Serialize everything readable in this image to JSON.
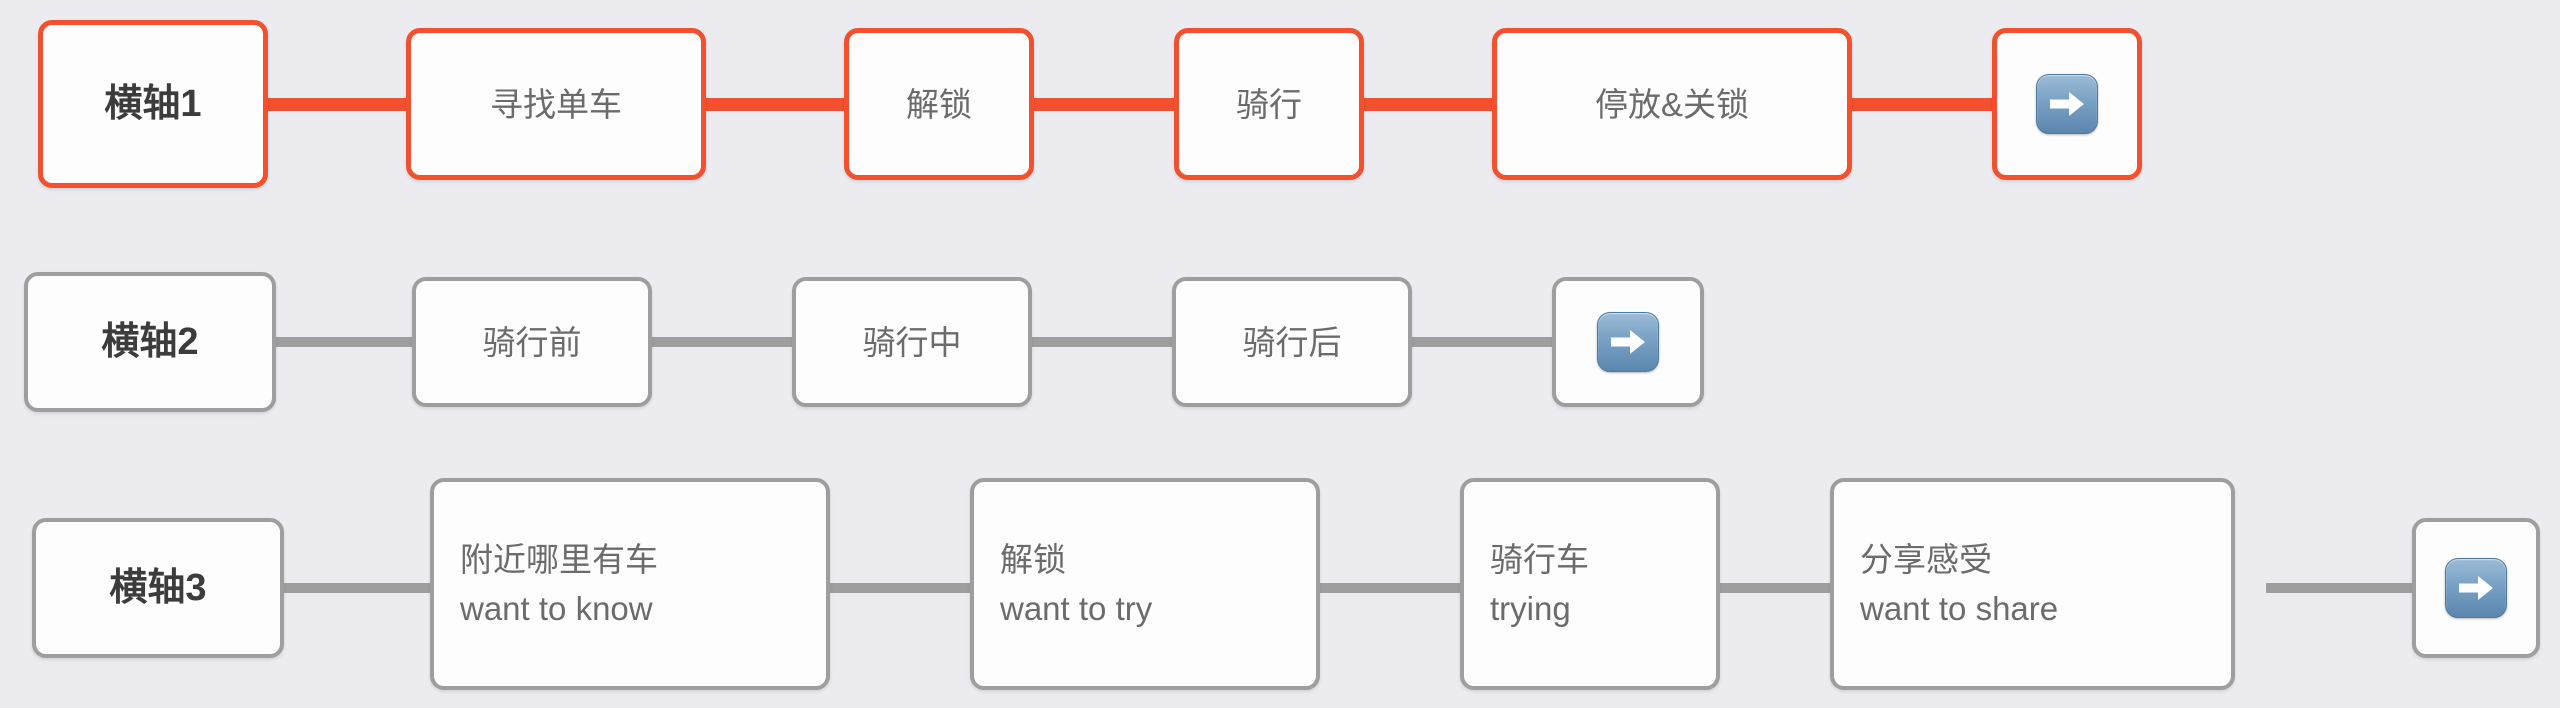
{
  "colors": {
    "background": "#ECEBF0",
    "accent_orange": "#F2502F",
    "line_grey": "#9E9E9E",
    "box_fill": "#FDFDFD",
    "axis_text": "#3C3C3C",
    "node_text": "#6B6B6B",
    "arrow_icon_blue": "#5B86AE"
  },
  "rows": [
    {
      "id": "row-1",
      "highlight": "orange",
      "axis_label": "横轴1",
      "steps": [
        {
          "label": "寻找单车"
        },
        {
          "label": "解锁"
        },
        {
          "label": "骑行"
        },
        {
          "label": "停放&关锁"
        }
      ],
      "end_icon": "arrow-right-icon"
    },
    {
      "id": "row-2",
      "highlight": "grey",
      "axis_label": "横轴2",
      "steps": [
        {
          "label": "骑行前"
        },
        {
          "label": "骑行中"
        },
        {
          "label": "骑行后"
        }
      ],
      "end_icon": "arrow-right-icon"
    },
    {
      "id": "row-3",
      "highlight": "grey",
      "axis_label": "横轴3",
      "steps": [
        {
          "cn": "附近哪里有车",
          "en": "want to know"
        },
        {
          "cn": "解锁",
          "en": "want to try"
        },
        {
          "cn": "骑行车",
          "en": "trying"
        },
        {
          "cn": "分享感受",
          "en": "want to share"
        }
      ],
      "end_icon": "arrow-right-icon"
    }
  ]
}
